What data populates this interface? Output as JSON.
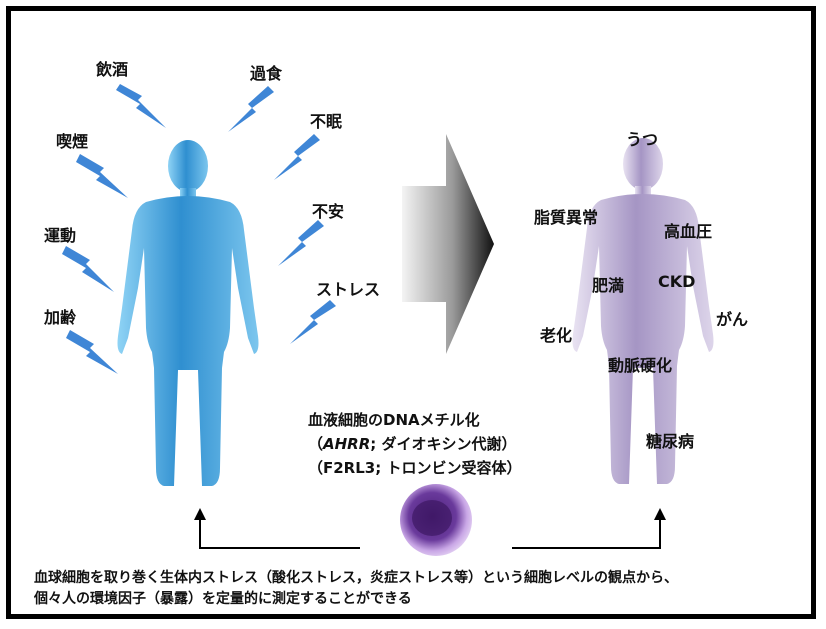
{
  "stressors": [
    {
      "label": "飲酒"
    },
    {
      "label": "過食"
    },
    {
      "label": "喫煙"
    },
    {
      "label": "不眠"
    },
    {
      "label": "運動"
    },
    {
      "label": "不安"
    },
    {
      "label": "加齢"
    },
    {
      "label": "ストレス"
    }
  ],
  "outcomes": [
    {
      "label": "うつ"
    },
    {
      "label": "脂質異常"
    },
    {
      "label": "高血圧"
    },
    {
      "label": "肥満"
    },
    {
      "label": "CKD"
    },
    {
      "label": "がん"
    },
    {
      "label": "老化"
    },
    {
      "label": "動脈硬化"
    },
    {
      "label": "糖尿病"
    }
  ],
  "caption": {
    "line1": "血液細胞のDNAメチル化",
    "line2_open": "（",
    "line2_italic": "AHRR",
    "line2_rest": "; ダイオキシン代謝）",
    "line3": "（F2RL3; トロンビン受容体）"
  },
  "bottom_text": {
    "line1": "血球細胞を取り巻く生体内ストレス（酸化ストレス，炎症ストレス等）という細胞レベルの観点から、",
    "line2": "個々人の環境因子（暴露）を定量的に測定することができる"
  },
  "colors": {
    "left_figure": "#3aa0d8",
    "right_figure": "#b3a6cc",
    "bolt": "#3f86d6",
    "cell": "#6b3a9c"
  }
}
